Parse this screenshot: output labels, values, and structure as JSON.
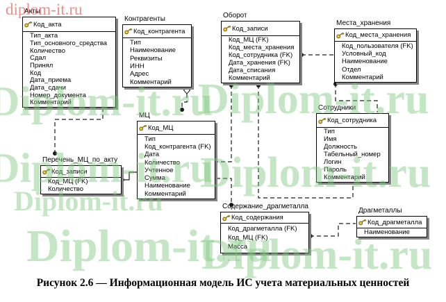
{
  "caption": "Рисунок 2.6 — Информационная модель ИС учета материальных ценностей",
  "watermarks": {
    "red": "diplom-it.ru",
    "green_text": "Diplom-it.ru"
  },
  "colors": {
    "watermark_green": "#7ec87e",
    "watermark_red": "#d94840",
    "line": "#1a1a1a",
    "shadow": "#858585",
    "key_gold": "#e8c94a",
    "entity_bg": "#ffffff"
  },
  "entities": [
    {
      "id": "akty",
      "title": "Акты",
      "key_fields": [
        "Код_акта"
      ],
      "fields": [
        "Тип_акта",
        "Тип_основного_средства",
        "Количество",
        "Сдал",
        "Принял",
        "Код",
        "Дата_приема",
        "Дата_сдачи",
        "Номер_документа",
        "Комментарий"
      ]
    },
    {
      "id": "kontragenty",
      "title": "Контрагенты",
      "key_fields": [
        "Код_контрагента"
      ],
      "fields": [
        "Тип",
        "Наименование",
        "Реквизиты",
        "ИНН",
        "Адрес",
        "Комментарий"
      ]
    },
    {
      "id": "oborot",
      "title": "Оборот",
      "key_fields": [
        "Код_записи"
      ],
      "fields": [
        "Код_МЦ (FK)",
        "Код_места_хранения",
        "Код_сотрудника (FK)",
        "Дата_хранения (FK)",
        "Дата_списания",
        "Комментарий"
      ]
    },
    {
      "id": "mesta-hraneniya",
      "title": "Места_хранения",
      "key_fields": [
        "Код_места_хранения"
      ],
      "fields": [
        "Код_пользователя (FK)",
        "Условный_код",
        "Наименование",
        "Отдел",
        "Комментарий"
      ]
    },
    {
      "id": "mc",
      "title": "МЦ",
      "key_fields": [
        "Код_МЦ"
      ],
      "fields": [
        "Тип",
        "Код_контрагента (FK)",
        "Дата",
        "Количество",
        "Учтенное",
        "Сумма",
        "Наименование",
        "Комментарий"
      ]
    },
    {
      "id": "sotrudniki",
      "title": "Сотрудники",
      "key_fields": [
        "Код_сотрудника"
      ],
      "fields": [
        "Тип",
        "Имя",
        "Должность",
        "Табельный_номер",
        "Логин",
        "Пароль",
        "Комментарий"
      ]
    },
    {
      "id": "perechen-mc-po-aktu",
      "title": "Перечень_МЦ_по_акту",
      "key_fields": [
        "Код_записи"
      ],
      "fields": [
        "Код_МЦ (FK)",
        "Количество"
      ]
    },
    {
      "id": "soderzhanie-dragmetalla",
      "title": "Содержание_драгметалла",
      "key_fields": [
        "Код_содержания"
      ],
      "fields": [
        "Код_драгметалла (FK)",
        "Код_МЦ (FK)",
        "Масса"
      ]
    },
    {
      "id": "dragmetally",
      "title": "Драгметаллы",
      "key_fields": [
        "Код_драгметалла"
      ],
      "fields": [
        "Наименование"
      ]
    }
  ],
  "relationships": [
    {
      "from": "Акты",
      "to": "Перечень_МЦ_по_акту",
      "line": "dashed"
    },
    {
      "from": "Контрагенты",
      "to": "МЦ",
      "line": "dashed"
    },
    {
      "from": "МЦ",
      "to": "Перечень_МЦ_по_акту",
      "line": "solid"
    },
    {
      "from": "Оборот",
      "to": "МЦ",
      "line": "dashed"
    },
    {
      "from": "МЦ",
      "to": "Содержание_драгметалла",
      "line": "dashed"
    },
    {
      "from": "Оборот",
      "to": "Сотрудники",
      "line": "dashed"
    },
    {
      "from": "Оборот",
      "to": "Места_хранения",
      "line": "dashed"
    },
    {
      "from": "Места_хранения",
      "to": "Сотрудники",
      "line": "dashed"
    },
    {
      "from": "Драгметаллы",
      "to": "Содержание_драгметалла",
      "line": "dashed"
    }
  ]
}
